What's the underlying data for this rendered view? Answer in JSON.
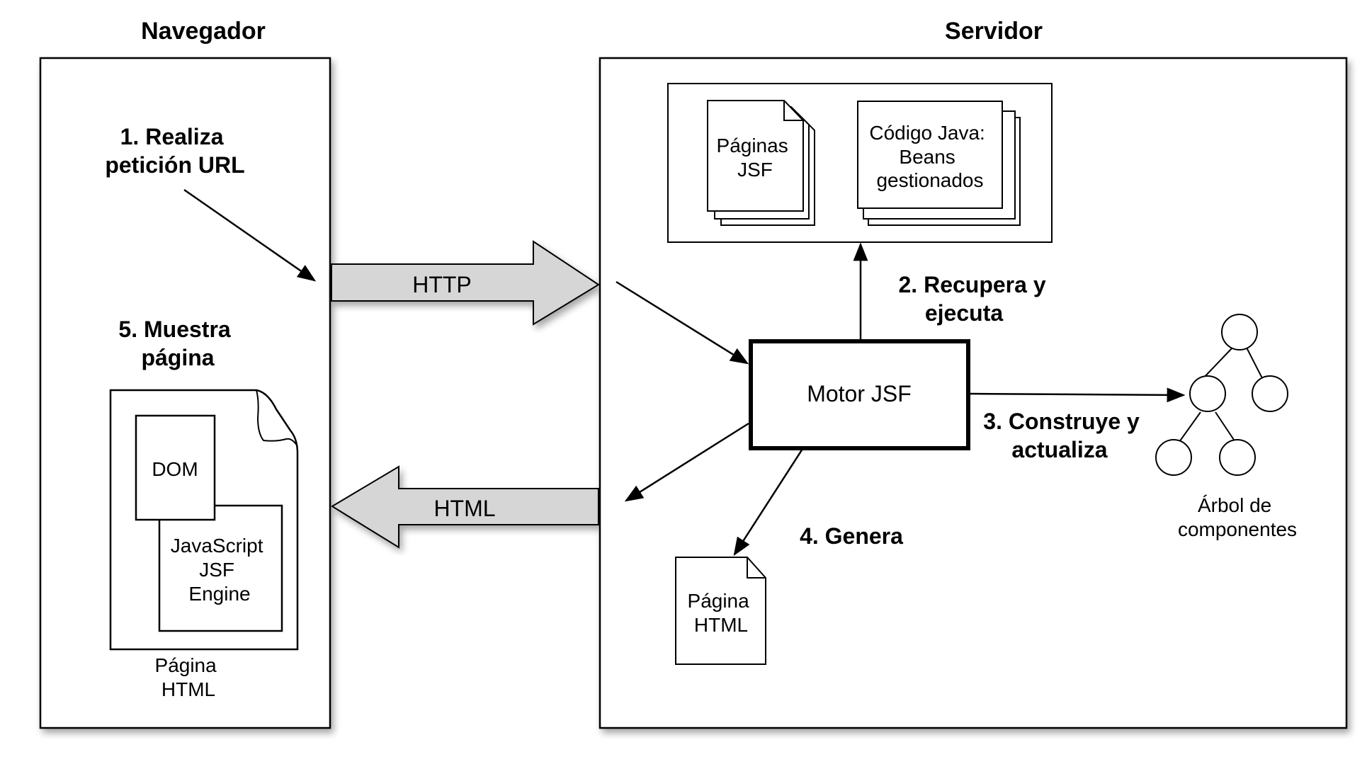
{
  "navegador": {
    "title": "Navegador",
    "step1_line1": "1. Realiza",
    "step1_line2": "petición URL",
    "step5_line1": "5. Muestra",
    "step5_line2": "página",
    "dom_label": "DOM",
    "js_line1": "JavaScript",
    "js_line2": "JSF",
    "js_line3": "Engine",
    "page_caption_line1": "Página",
    "page_caption_line2": "HTML"
  },
  "arrows": {
    "http": "HTTP",
    "html": "HTML"
  },
  "servidor": {
    "title": "Servidor",
    "paginas_line1": "Páginas",
    "paginas_line2": "JSF",
    "codigo_line1": "Código Java:",
    "codigo_line2": "Beans",
    "codigo_line3": "gestionados",
    "step2_line1": "2. Recupera y",
    "step2_line2": "ejecuta",
    "motor": "Motor JSF",
    "step3_line1": "3. Construye y",
    "step3_line2": "actualiza",
    "tree_line1": "Árbol de",
    "tree_line2": "componentes",
    "step4": "4. Genera",
    "out_page_line1": "Página",
    "out_page_line2": "HTML"
  },
  "colors": {
    "arrow_fill": "#d6d6d6",
    "stroke": "#000000",
    "shadow": "#999999"
  }
}
